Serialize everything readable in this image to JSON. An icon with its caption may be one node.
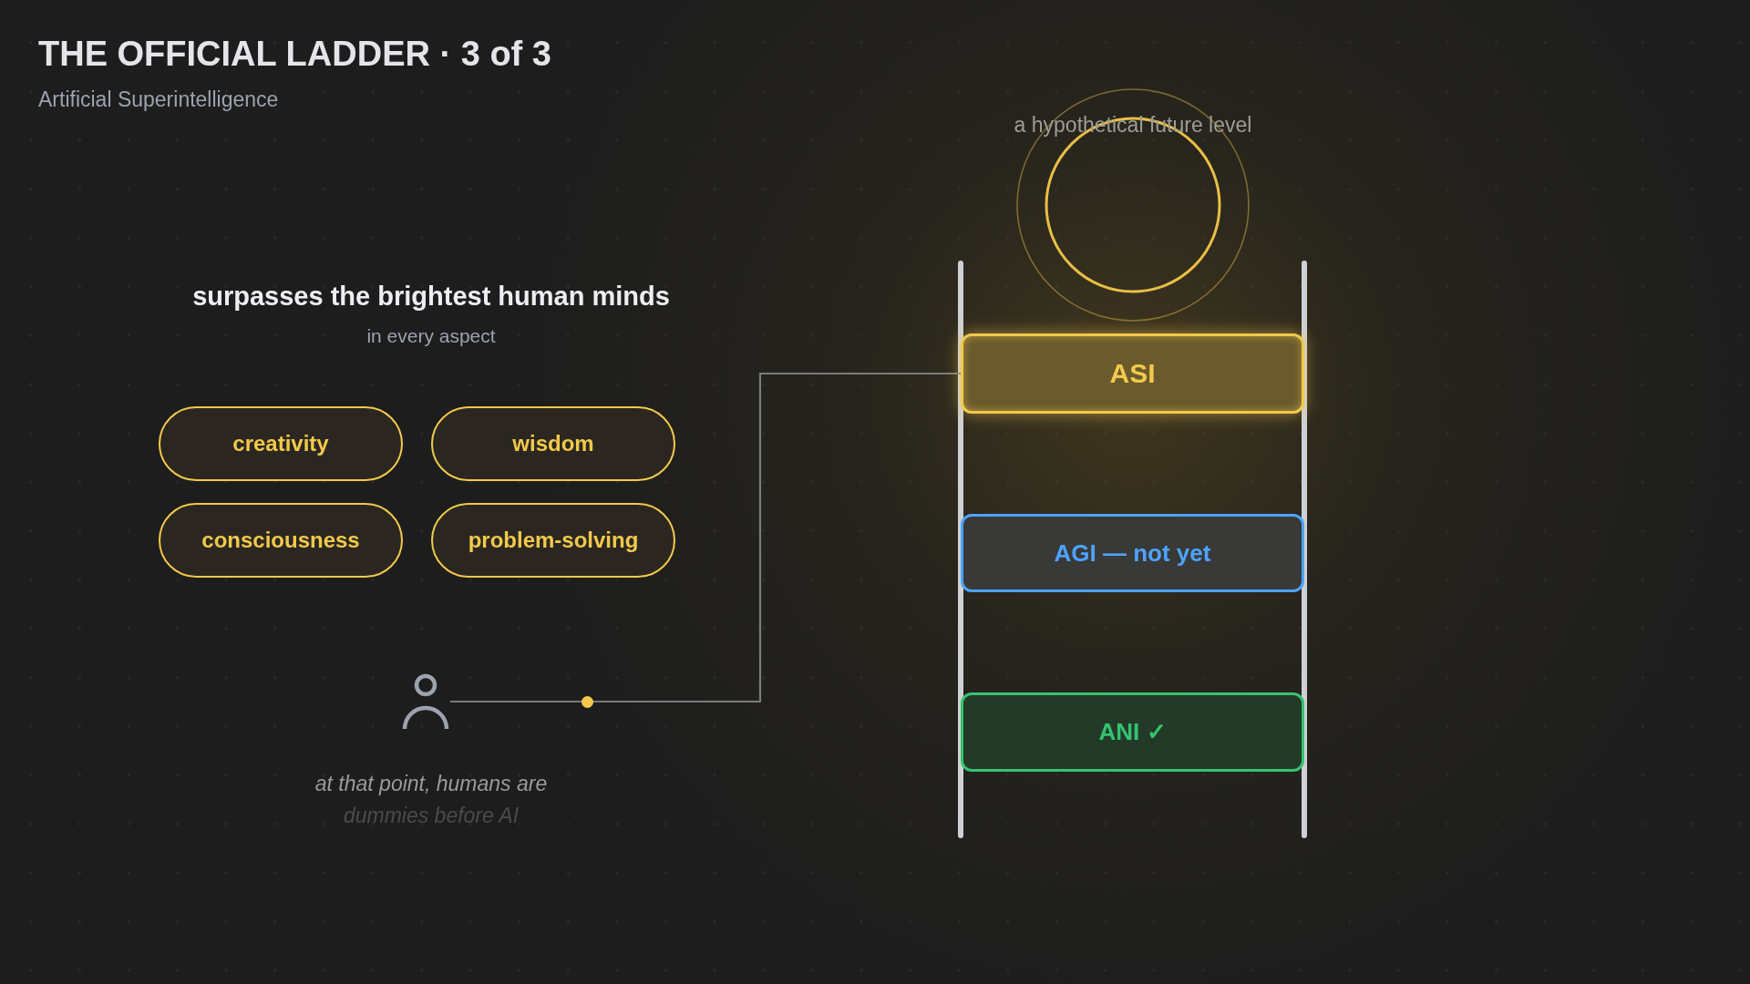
{
  "diagram": {
    "title": "THE OFFICIAL LADDER · 3 of 3",
    "nodes": [
      {
        "text": [
          "creativity"
        ]
      },
      {
        "text": [
          "wisdom"
        ]
      },
      {
        "text": [
          "consciousness"
        ]
      },
      {
        "text": [
          "problem-solving"
        ]
      },
      {
        "text": [],
        "shape": "person",
        "beside": [
          "at that point, humans are",
          "dummies before AI"
        ]
      },
      {
        "text": [
          "ASI"
        ]
      },
      {
        "text": [
          "AGI — not yet"
        ]
      },
      {
        "text": [
          "ANI ✓"
        ]
      }
    ],
    "edges": [
      {
        "from": 4,
        "to": 5,
        "arrow": "none"
      }
    ],
    "labels": [
      "Artificial Superintelligence",
      "a hypothetical future level",
      "surpasses the brightest human minds",
      "in every aspect"
    ]
  }
}
